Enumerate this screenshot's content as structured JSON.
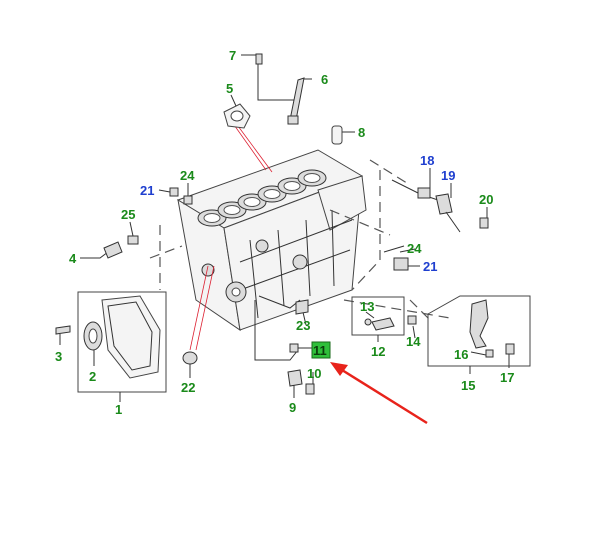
{
  "colors": {
    "label_green": "#1a8a1a",
    "label_blue": "#1f3fcf",
    "arrow_red": "#e8231b",
    "highlight_fill": "#2fbf3a",
    "line": "#333333"
  },
  "callouts": [
    {
      "id": "1",
      "text": "1",
      "color": "green"
    },
    {
      "id": "2",
      "text": "2",
      "color": "green"
    },
    {
      "id": "3",
      "text": "3",
      "color": "green"
    },
    {
      "id": "4",
      "text": "4",
      "color": "green"
    },
    {
      "id": "5",
      "text": "5",
      "color": "green"
    },
    {
      "id": "6",
      "text": "6",
      "color": "green"
    },
    {
      "id": "7",
      "text": "7",
      "color": "green"
    },
    {
      "id": "8",
      "text": "8",
      "color": "green"
    },
    {
      "id": "9",
      "text": "9",
      "color": "green"
    },
    {
      "id": "10",
      "text": "10",
      "color": "green"
    },
    {
      "id": "11",
      "text": "11",
      "color": "green",
      "highlighted": true
    },
    {
      "id": "12",
      "text": "12",
      "color": "green"
    },
    {
      "id": "13",
      "text": "13",
      "color": "green"
    },
    {
      "id": "14",
      "text": "14",
      "color": "green"
    },
    {
      "id": "15",
      "text": "15",
      "color": "green"
    },
    {
      "id": "16",
      "text": "16",
      "color": "green"
    },
    {
      "id": "17",
      "text": "17",
      "color": "green"
    },
    {
      "id": "18",
      "text": "18",
      "color": "blue"
    },
    {
      "id": "19",
      "text": "19",
      "color": "blue"
    },
    {
      "id": "20",
      "text": "20",
      "color": "green"
    },
    {
      "id": "21a",
      "text": "21",
      "color": "blue"
    },
    {
      "id": "21b",
      "text": "21",
      "color": "blue"
    },
    {
      "id": "22",
      "text": "22",
      "color": "green"
    },
    {
      "id": "23",
      "text": "23",
      "color": "green"
    },
    {
      "id": "24a",
      "text": "24",
      "color": "green"
    },
    {
      "id": "24b",
      "text": "24",
      "color": "green"
    },
    {
      "id": "25",
      "text": "25",
      "color": "green"
    }
  ]
}
